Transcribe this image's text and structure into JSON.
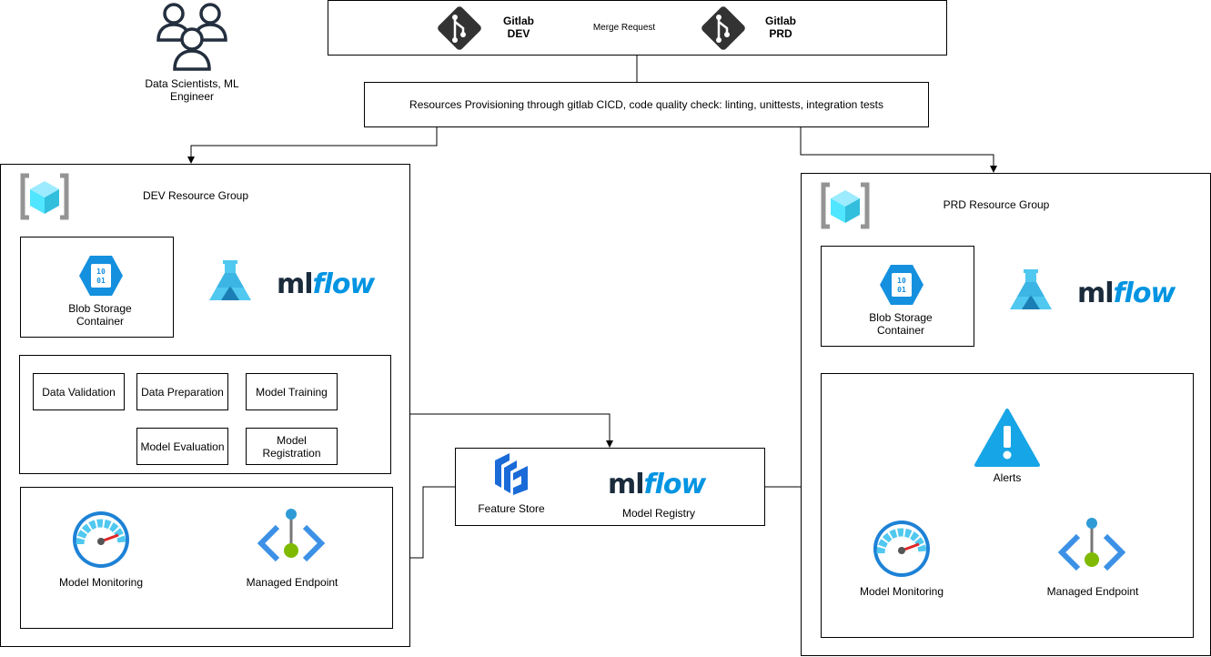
{
  "actor": {
    "label": "Data Scientists, ML\nEngineer"
  },
  "gitlab": {
    "dev_label": "Gitlab\nDEV",
    "prd_label": "Gitlab\nPRD",
    "merge_label": "Merge Request"
  },
  "cicd": {
    "label": "Resources Provisioning through gitlab CICD, code quality check: linting, unittests, integration tests"
  },
  "dev": {
    "title": "DEV Resource Group",
    "blob_label": "Blob Storage\nContainer",
    "mlflow_ml": "ml",
    "mlflow_flow": "flow",
    "steps": {
      "validation": "Data Validation",
      "preparation": "Data Preparation",
      "training": "Model Training",
      "evaluation": "Model Evaluation",
      "registration": "Model\nRegistration"
    },
    "monitoring_label": "Model Monitoring",
    "endpoint_label": "Managed Endpoint"
  },
  "shared": {
    "feature_store_label": "Feature Store",
    "registry_label": "Model Registry",
    "mlflow_ml": "ml",
    "mlflow_flow": "flow"
  },
  "prd": {
    "title": "PRD Resource Group",
    "blob_label": "Blob Storage\nContainer",
    "mlflow_ml": "ml",
    "mlflow_flow": "flow",
    "alerts_label": "Alerts",
    "monitoring_label": "Model Monitoring",
    "endpoint_label": "Managed Endpoint"
  },
  "icons": {
    "actor": "users-icon",
    "gitlab": "git-branch-icon",
    "resource_group": "resource-group-cube-icon",
    "blob": "blob-storage-icon",
    "azure_ml": "azure-ml-flask-icon",
    "feature_store": "feature-store-icon",
    "monitoring": "gauge-icon",
    "endpoint": "endpoint-icon",
    "alerts": "warning-triangle-icon"
  },
  "colors": {
    "azure_blue": "#0078d4",
    "cyan": "#50e6ff",
    "mlflow_blue": "#0194e2",
    "gitlab_dark": "#333333",
    "endpoint_green": "#7fba00"
  }
}
